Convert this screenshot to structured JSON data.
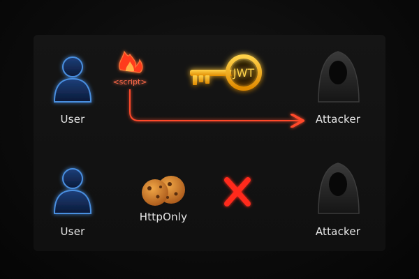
{
  "flow_xss": {
    "user_label": "User",
    "script_tag": "<script>",
    "token_label": "JWT",
    "attacker_label": "Attacker"
  },
  "flow_httponly": {
    "user_label": "User",
    "cookie_label": "HttpOnly",
    "attacker_label": "Attacker"
  },
  "colors": {
    "user_blue": "#4a8fe0",
    "attack_red": "#ff4a2a",
    "token_gold": "#f5b000",
    "cookie_orange": "#d9872a",
    "attacker_gray": "#2c2c2c"
  },
  "icons": {
    "user": "user-silhouette-icon",
    "fire": "fire-icon",
    "key": "key-icon",
    "cookie": "cookie-icon",
    "blocked": "x-mark-icon",
    "attacker": "hooded-attacker-icon"
  }
}
